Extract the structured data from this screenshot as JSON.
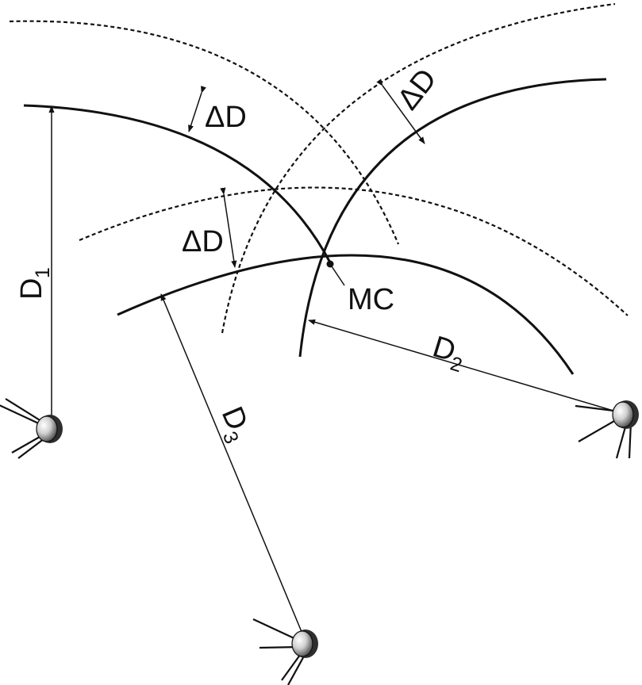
{
  "labels": {
    "delta_d": "ΔD",
    "d_letter": "D",
    "d1_sub": "1",
    "d2_sub": "2",
    "d3_sub": "3",
    "mc": "MC"
  },
  "colors": {
    "stroke": "#111111",
    "satellite_light": "#e6e6e6",
    "satellite_dark": "#4a4a4a",
    "background": "#ffffff"
  },
  "icons": [
    "satellite-icon"
  ]
}
